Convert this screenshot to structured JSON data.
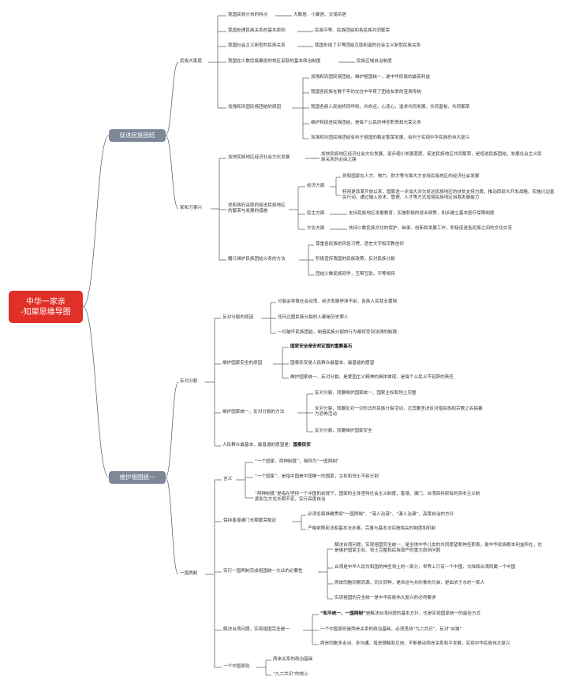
{
  "root": {
    "line1": "中华一家亲",
    "line2": "-知犀思维导图"
  },
  "unity": {
    "label": "促进民族团结",
    "family": {
      "label": "民族大家庭",
      "items": [
        {
          "label": "我国民族分布的特点",
          "detail": "大散居、小聚居、交错杂居"
        },
        {
          "label": "我国处理民族关系的基本原则",
          "detail": "民族平等、民族团结和各民族共同繁荣"
        },
        {
          "label": "我国社会主义新型的民族关系",
          "detail": "我国形成了平等团结互助和谐的社会主义新型民族关系"
        },
        {
          "label": "我国在少数民族聚居的地区采取的基本政治制度",
          "detail": "民族区域自治制度"
        }
      ],
      "reasons": {
        "label": "加强和巩固民族团结的原因",
        "items": [
          "加强和巩固民族团结，维护祖国统一，是中华民族的最高利益",
          "我国各民族在数千年的交往中孕育了团结友爱的宝贵传统",
          "我国各族人民始终同呼吸，共命运，心连心，追求共同发展、共同富裕、共同繁荣",
          "维护和促进民族团结，是每个公民的神圣职责和光荣义务",
          "加强和巩固民族团结有利于祖国的稳定繁荣发展，有利于实现中华民族的伟大复兴"
        ]
      }
    },
    "prosper": {
      "label": "家和万事兴",
      "economy": {
        "label": "加快民族地区经济社会文化发展",
        "detail": "加快民族地区经济社会文化发展，逐步缩小发展差距，促进民族地区共同繁荣，是增进民族团结，发展社会主义民族关系的必由之路"
      },
      "measures": {
        "label": "党和政府采取的促进民族地区的繁荣与发展的措施",
        "econ_label": "经济方面",
        "econ_items": [
          "党和国家在人力、物力、财力等方面大力支持民族地区的经济社会发展",
          "特别是改革开放以来，国家进一步加大对欠发达民族地区的扶贫支持力度，推动西部大开发战略，实施兴边富民行动，通过输入技术、管理、人才等方式增强民族地区自我发展能力"
        ],
        "life_label": "民生方面",
        "life_item": "支持民族地区发展教育，实施积极的就业政策，和步建立基本医疗保障制度",
        "culture_label": "文化方面",
        "culture_item": "扶持少数民族文化的保护、继承、创新和发展工作，积极促进各民族之间的文化交流"
      },
      "duty": {
        "label": "履行维护民族团结义务的方法",
        "items": [
          "尊重各民族的风俗习惯，语言文字和宗教信仰",
          "积极宣传我国的民族政策，反对民族分裂",
          "团结少数民族同学，互帮互助，平等相待"
        ]
      }
    }
  },
  "unify": {
    "label": "维护祖国统一",
    "anti": {
      "label": "反对分裂",
      "reasons": {
        "label": "反对分裂的原因",
        "items": [
          "分裂会导致社会动荡、经济发展停滞不前，各族人民就业遭殃",
          "任何企图民族分裂的人都是历史罪人",
          "一切破坏民族团结，制造民族分裂的行为都将受到法律的制裁"
        ]
      },
      "security": {
        "label": "维护国家安全的原因",
        "items": [
          "国家安全是安邦定国的重要基石",
          "国泰民安是人民群众最基本、最普遍的愿望",
          "维护国家统一、反对分裂，是爱国主义精神的具体体现，是每个公民义不容辞的责任"
        ]
      },
      "methods": {
        "label": "维护国家统一，反对分裂的方法",
        "items": [
          "反对分裂，就要维护国家统一、国家主权和领土完整",
          "反对分裂，就要反对一切形式的民族分裂活动，尤其要坚决反对借民族和宗教之名搞暴力恐怖活动",
          "反对分裂，就要维护国家安全"
        ]
      },
      "wish_label": "人民群众最基本、最普遍的愿望是：",
      "wish_value": "国泰民安"
    },
    "one": {
      "label": "一国两制",
      "meaning": {
        "label": "含义",
        "items": [
          "“一个国家，两种制度”，简称为“一国两制”",
          "“一个国家”，是指中国是中国唯一的国家，主权和领土不容分割",
          "“两种制度”是指在坚持一个中国的前提下，国家的主体坚持社会主义制度，香港、澳门、台湾保持原有的资本主义制度和生方式长期不变，实行高度自治"
        ]
      },
      "stability": {
        "label": "保持香港澳门长期繁荣稳定",
        "items": [
          "必须全面准确贯彻“一国两制”、“港人治港”、“澳人治澳”、高度自治的方针",
          "严格依照宪法和基本法办事，完善与基本法实施相关的制度和机制"
        ]
      },
      "necessity": {
        "label": "实行一国两制完成祖国统一大业的必要性",
        "items": [
          "解决台湾问题，实现祖国完全统一，是全体中华儿女的共同愿望和神圣职责，是中华民族根本利益所在，也是维护国家主权、领土完整和民族尊严的重大原则问题",
          "台湾是中华人民共和国的神圣领土的一部分，世界上只有一个中国，大陆和台湾同属一个中国",
          "两岸同胞同根同源，同文同种，是命运与共的骨肉兄弟，是血浓于水的一家人",
          "实现祖国的完全统一是中华民族伟大复兴的必然要求"
        ]
      },
      "taiwan": {
        "label": "解决台湾问题，实现祖国完全统一",
        "item1_bold": "“和平统一，一国两制”",
        "item1_rest": "是解决台湾问题的基本方针，也是实现国家统一的最佳方式",
        "items": [
          "一个中国原则是两岸关系的政治基础，必须坚持“九二共识”，反对“台独”",
          "两岸同胞多走动、多沟通，增进理解和互信，不断推动两岸关系和平发展，实现中华民族伟大复兴"
        ]
      },
      "principle": {
        "label": "一个中国原则",
        "items": [
          "两岸关系的政治基础",
          "“九二共识”的核心"
        ]
      }
    }
  }
}
